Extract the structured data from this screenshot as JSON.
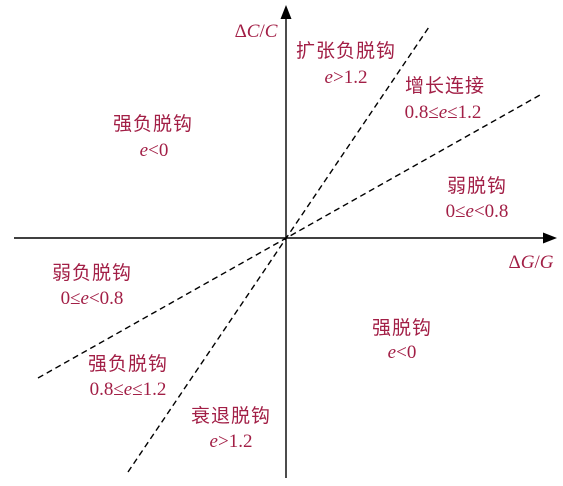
{
  "axes": {
    "y_label": "ΔC/C",
    "x_label": "ΔG/G"
  },
  "regions": [
    {
      "name": "扩张负脱钩",
      "condition": "e>1.2"
    },
    {
      "name": "增长连接",
      "condition": "0.8≤e≤1.2"
    },
    {
      "name": "强负脱钩",
      "condition": "e<0"
    },
    {
      "name": "弱脱钩",
      "condition": "0≤e<0.8"
    },
    {
      "name": "弱负脱钩",
      "condition": "0≤e<0.8"
    },
    {
      "name": "强脱钩",
      "condition": "e<0"
    },
    {
      "name": "强负脱钩",
      "condition": "0.8≤e≤1.2"
    },
    {
      "name": "衰退脱钩",
      "condition": "e>1.2"
    }
  ],
  "colors": {
    "label": "#a21f46",
    "axis": "#000000"
  }
}
